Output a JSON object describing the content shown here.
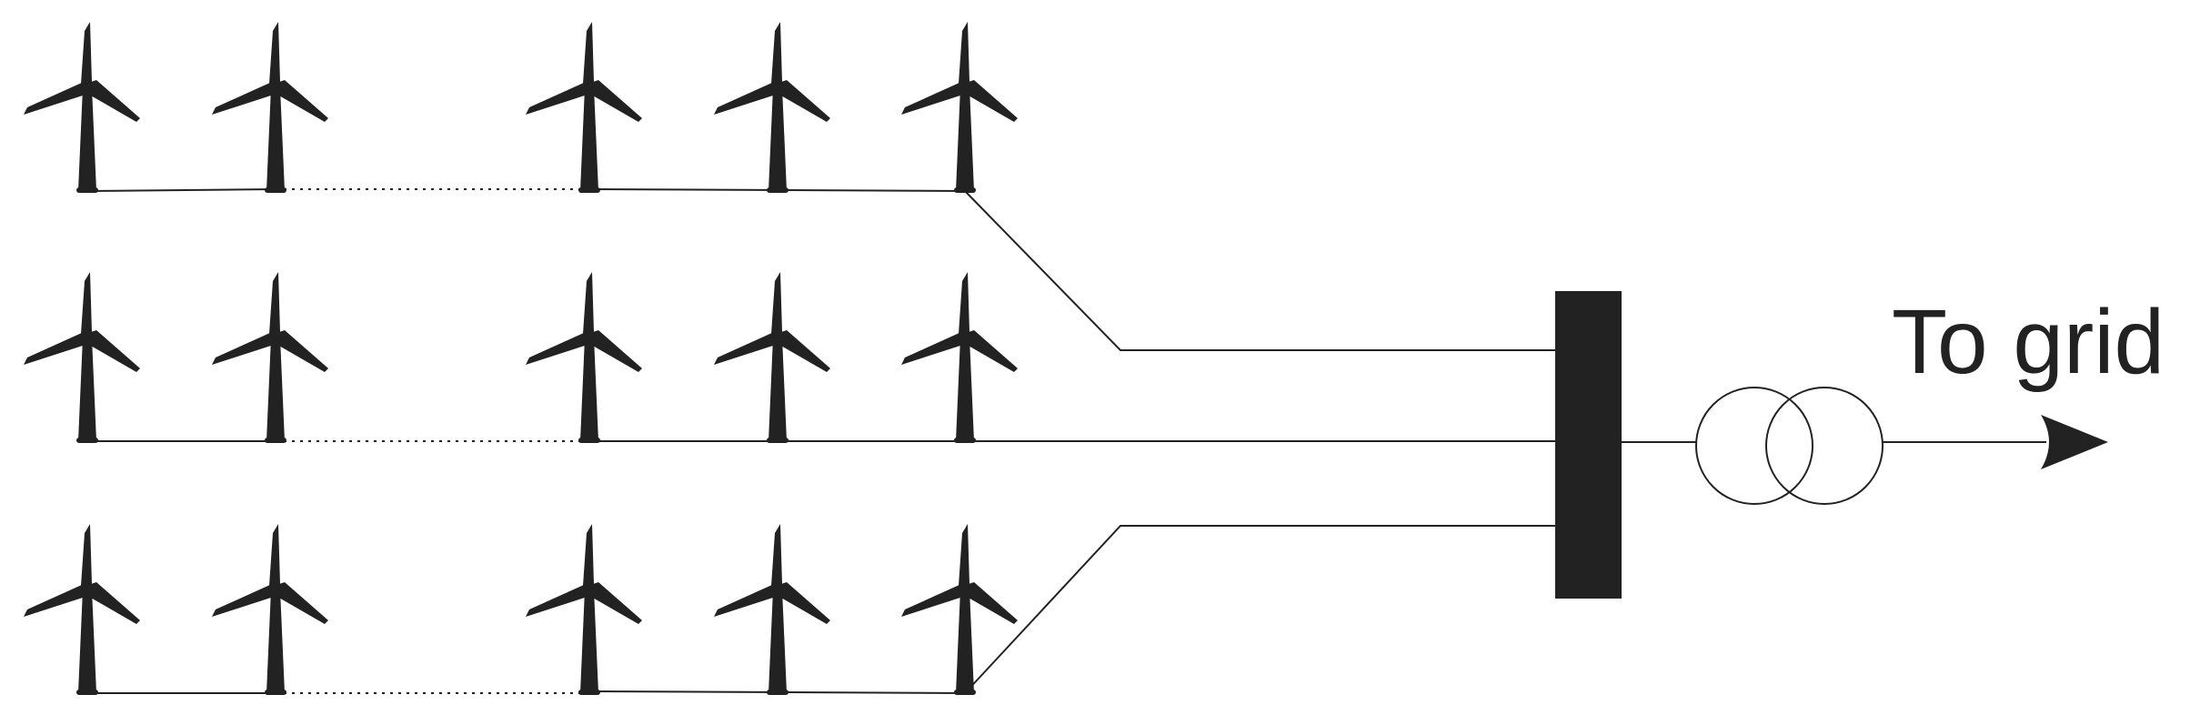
{
  "diagram": {
    "output_label": "To grid",
    "colors": {
      "ink": "#222222",
      "background": "#ffffff"
    },
    "rows": [
      {
        "turbines": 5,
        "cable_style": "solid-with-dotted-gap"
      },
      {
        "turbines": 5,
        "cable_style": "solid-with-dotted-gap"
      },
      {
        "turbines": 5,
        "cable_style": "solid-with-dotted-gap"
      }
    ],
    "icons": {
      "turbine": "wind-turbine-icon",
      "busbar": "busbar",
      "transformer": "transformer-icon",
      "arrow": "arrow-right-icon"
    }
  }
}
